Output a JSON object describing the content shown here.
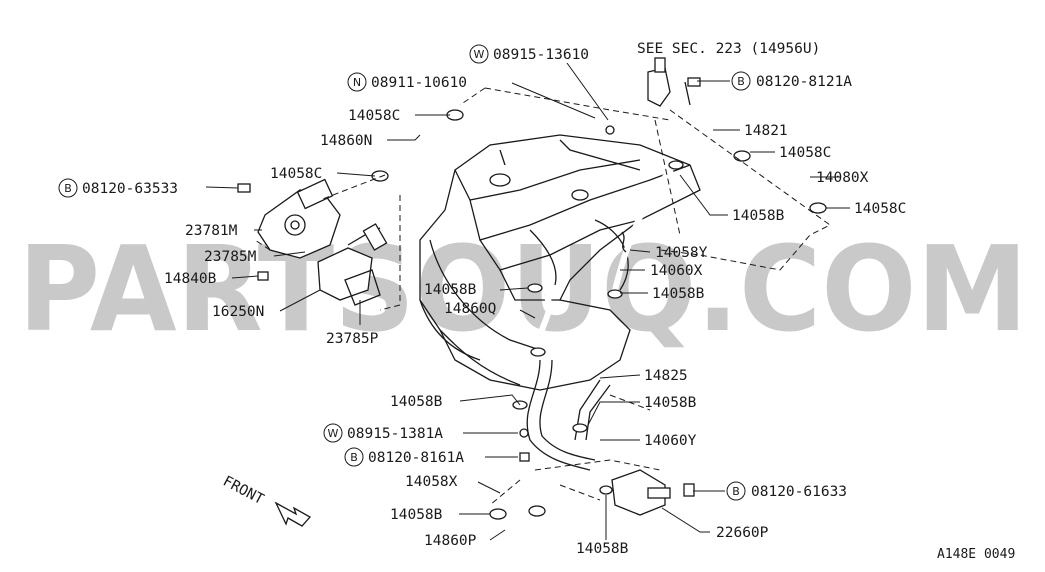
{
  "watermark": "PARTSOUQ.COM",
  "diagram_code": "A148E 0049",
  "front_label": "FRONT",
  "see_sec": "SEE SEC. 223 (14956U)",
  "callouts": [
    {
      "id": "w-08915-13610",
      "prefix": "W",
      "text": "08915-13610"
    },
    {
      "id": "n-08911-10610",
      "prefix": "N",
      "text": "08911-10610"
    },
    {
      "id": "14058c-top",
      "prefix": "",
      "text": "14058C"
    },
    {
      "id": "14860n",
      "prefix": "",
      "text": "14860N"
    },
    {
      "id": "14058c-left",
      "prefix": "",
      "text": "14058C"
    },
    {
      "id": "b-08120-63533",
      "prefix": "B",
      "text": "08120-63533"
    },
    {
      "id": "23781m",
      "prefix": "",
      "text": "23781M"
    },
    {
      "id": "23785m",
      "prefix": "",
      "text": "23785M"
    },
    {
      "id": "14840b",
      "prefix": "",
      "text": "14840B"
    },
    {
      "id": "16250n",
      "prefix": "",
      "text": "16250N"
    },
    {
      "id": "23785p",
      "prefix": "",
      "text": "23785P"
    },
    {
      "id": "b-08120-8121a",
      "prefix": "B",
      "text": "08120-8121A"
    },
    {
      "id": "14821",
      "prefix": "",
      "text": "14821"
    },
    {
      "id": "14058c-right1",
      "prefix": "",
      "text": "14058C"
    },
    {
      "id": "14080x",
      "prefix": "",
      "text": "14080X"
    },
    {
      "id": "14058b-right",
      "prefix": "",
      "text": "14058B"
    },
    {
      "id": "14058c-right2",
      "prefix": "",
      "text": "14058C"
    },
    {
      "id": "14058y",
      "prefix": "",
      "text": "14058Y"
    },
    {
      "id": "14060x",
      "prefix": "",
      "text": "14060X"
    },
    {
      "id": "14058b-mid",
      "prefix": "",
      "text": "14058B"
    },
    {
      "id": "14058b-center",
      "prefix": "",
      "text": "14058B"
    },
    {
      "id": "14860q",
      "prefix": "",
      "text": "14860Q"
    },
    {
      "id": "14825",
      "prefix": "",
      "text": "14825"
    },
    {
      "id": "14058b-lowleft",
      "prefix": "",
      "text": "14058B"
    },
    {
      "id": "14058b-lowright",
      "prefix": "",
      "text": "14058B"
    },
    {
      "id": "w-08915-1381a",
      "prefix": "W",
      "text": "08915-1381A"
    },
    {
      "id": "14060y",
      "prefix": "",
      "text": "14060Y"
    },
    {
      "id": "b-08120-8161a",
      "prefix": "B",
      "text": "08120-8161A"
    },
    {
      "id": "14058x",
      "prefix": "",
      "text": "14058X"
    },
    {
      "id": "b-08120-61633",
      "prefix": "B",
      "text": "08120-61633"
    },
    {
      "id": "14058b-bottomleft",
      "prefix": "",
      "text": "14058B"
    },
    {
      "id": "22660p",
      "prefix": "",
      "text": "22660P"
    },
    {
      "id": "14860p",
      "prefix": "",
      "text": "14860P"
    },
    {
      "id": "14058b-bottom",
      "prefix": "",
      "text": "14058B"
    }
  ]
}
